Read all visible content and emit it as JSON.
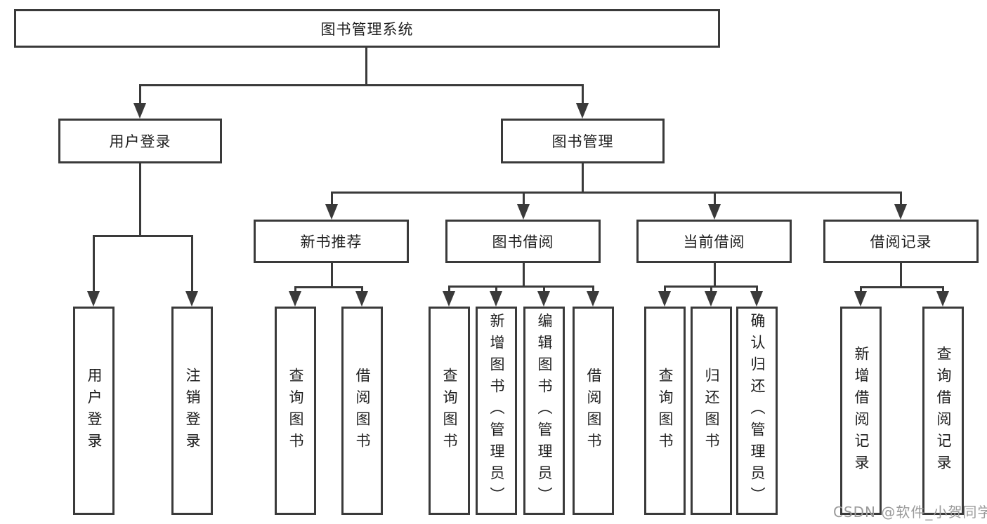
{
  "colors": {
    "line": "#3a3a3a",
    "text": "#1f1f1f",
    "watermark": "#9a9a9a",
    "bg": "#ffffff"
  },
  "tree": {
    "label": "图书管理系统",
    "children": [
      {
        "label": "用户登录",
        "children": [
          {
            "label": "用户登录"
          },
          {
            "label": "注销登录"
          }
        ]
      },
      {
        "label": "图书管理",
        "children": [
          {
            "label": "新书推荐",
            "children": [
              {
                "label": "查询图书"
              },
              {
                "label": "借阅图书"
              }
            ]
          },
          {
            "label": "图书借阅",
            "children": [
              {
                "label": "查询图书"
              },
              {
                "label": "新增图书（管理员）"
              },
              {
                "label": "编辑图书（管理员）"
              },
              {
                "label": "借阅图书"
              }
            ]
          },
          {
            "label": "当前借阅",
            "children": [
              {
                "label": "查询图书"
              },
              {
                "label": "归还图书"
              },
              {
                "label": "确认归还（管理员）"
              }
            ]
          },
          {
            "label": "借阅记录",
            "children": [
              {
                "label": "新增借阅记录"
              },
              {
                "label": "查询借阅记录"
              }
            ]
          }
        ]
      }
    ]
  },
  "watermark": "CSDN @软件_小贺同学"
}
